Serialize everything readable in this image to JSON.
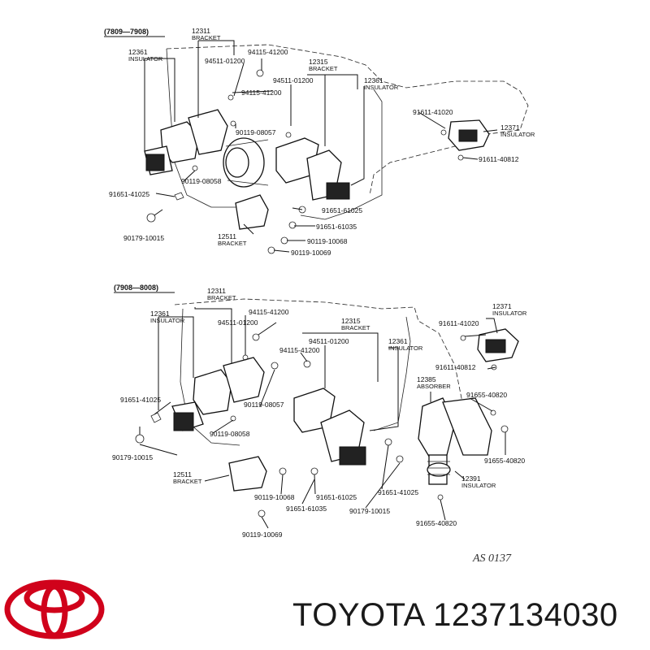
{
  "brand": {
    "text": "TOYOTA 1237134030",
    "logo_color": "#d0021b"
  },
  "doc_ref": "AS 0137",
  "top_section": {
    "period": "(7809—7908)",
    "labels": [
      {
        "num": "12311",
        "name": "BRACKET"
      },
      {
        "num": "12361",
        "name": "INSULATOR"
      },
      {
        "num": "94115-41200"
      },
      {
        "num": "94511-01200"
      },
      {
        "num": "94115-41200"
      },
      {
        "num": "12315",
        "name": "BRACKET"
      },
      {
        "num": "94511-01200"
      },
      {
        "num": "12361",
        "name": "INSULATOR"
      },
      {
        "num": "91611-41020"
      },
      {
        "num": "12371",
        "name": "INSULATOR"
      },
      {
        "num": "91611-40812"
      },
      {
        "num": "90119-08057"
      },
      {
        "num": "90119-08058"
      },
      {
        "num": "91651-41025"
      },
      {
        "num": "90179-10015"
      },
      {
        "num": "91651-61025"
      },
      {
        "num": "91651-61035"
      },
      {
        "num": "12511",
        "name": "BRACKET"
      },
      {
        "num": "90119-10068"
      },
      {
        "num": "90119-10069"
      }
    ]
  },
  "bottom_section": {
    "period": "(7908—8008)",
    "labels": [
      {
        "num": "12311",
        "name": "BRACKET"
      },
      {
        "num": "12361",
        "name": "INSULATOR"
      },
      {
        "num": "94115-41200"
      },
      {
        "num": "94511-01200"
      },
      {
        "num": "12315",
        "name": "BRACKET"
      },
      {
        "num": "94511-01200"
      },
      {
        "num": "94115-41200"
      },
      {
        "num": "12361",
        "name": "INSULATOR"
      },
      {
        "num": "91611-41020"
      },
      {
        "num": "12371",
        "name": "INSULATOR"
      },
      {
        "num": "91611-40812"
      },
      {
        "num": "12385",
        "name": "ABSORBER"
      },
      {
        "num": "91655-40820"
      },
      {
        "num": "91651-41025"
      },
      {
        "num": "90119-08057"
      },
      {
        "num": "90119-08058"
      },
      {
        "num": "90179-10015"
      },
      {
        "num": "91655-40820"
      },
      {
        "num": "12391",
        "name": "INSULATOR"
      },
      {
        "num": "12511",
        "name": "BRACKET"
      },
      {
        "num": "90119-10068"
      },
      {
        "num": "91651-61025"
      },
      {
        "num": "91651-41025"
      },
      {
        "num": "91651-61035"
      },
      {
        "num": "90179-10015"
      },
      {
        "num": "91655-40820"
      },
      {
        "num": "90119-10069"
      }
    ]
  }
}
